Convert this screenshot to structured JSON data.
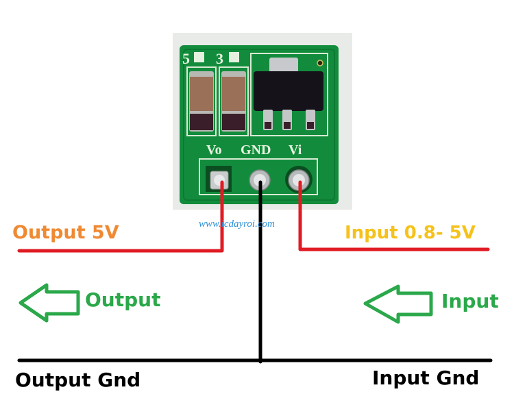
{
  "colors": {
    "pcb_green": "#0f8a3a",
    "pcb_dark": "#0a6b2c",
    "silkscreen": "#e6f2df",
    "wire_positive": "#e01b24",
    "wire_ground": "#000000",
    "output_voltage_text": "#ef8a33",
    "input_voltage_text": "#f5c21b",
    "direction_arrow": "#2aa84a",
    "watermark": "#2c8fd6",
    "ground_text": "#000000"
  },
  "module": {
    "jumper_labels": [
      "5",
      "3"
    ],
    "pin_labels": {
      "vo": "Vo",
      "gnd": "GND",
      "vi": "Vi"
    }
  },
  "watermark": "www.icdayroi.com",
  "labels": {
    "output_voltage": "Output 5V",
    "input_voltage": "Input 0.8- 5V",
    "output_direction": "Output",
    "input_direction": "Input",
    "output_ground": "Output Gnd",
    "input_ground": "Input Gnd"
  },
  "icons": {
    "output_arrow": "left-arrow-outline",
    "input_arrow": "left-arrow-outline"
  }
}
